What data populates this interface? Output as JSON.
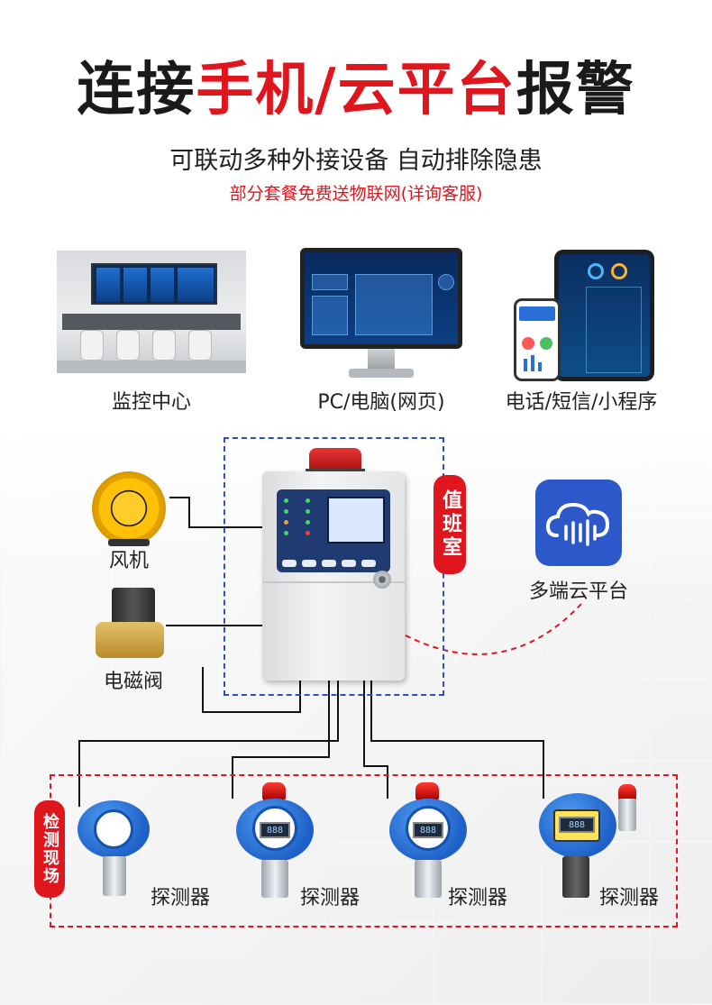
{
  "header": {
    "title_prefix": "连接",
    "title_highlight": "手机/云平台",
    "title_suffix": "报警",
    "subtitle": "可联动多种外接设备 自动排除隐患",
    "note": "部分套餐免费送物联网(详询客服)"
  },
  "terminals": [
    {
      "label": "监控中心",
      "icon": "control-room-image"
    },
    {
      "label": "PC/电脑(网页)",
      "icon": "desktop-monitor-image"
    },
    {
      "label": "电话/短信/小程序",
      "icon": "phone-tablet-image"
    }
  ],
  "duty_room": {
    "label": "值班室"
  },
  "cloud": {
    "label": "多端云平台",
    "icon": "cloud-signal-icon"
  },
  "actuators": [
    {
      "label": "风机",
      "icon": "fan-icon"
    },
    {
      "label": "电磁阀",
      "icon": "solenoid-valve-icon"
    }
  ],
  "site": {
    "label": "检测现场",
    "detectors": [
      {
        "label": "探测器"
      },
      {
        "label": "探测器"
      },
      {
        "label": "探测器"
      },
      {
        "label": "探测器"
      }
    ]
  },
  "colors": {
    "accent_red": "#e0161e",
    "duty_blue": "#2a4fc8",
    "cloud_blue": "#2d58c9"
  }
}
